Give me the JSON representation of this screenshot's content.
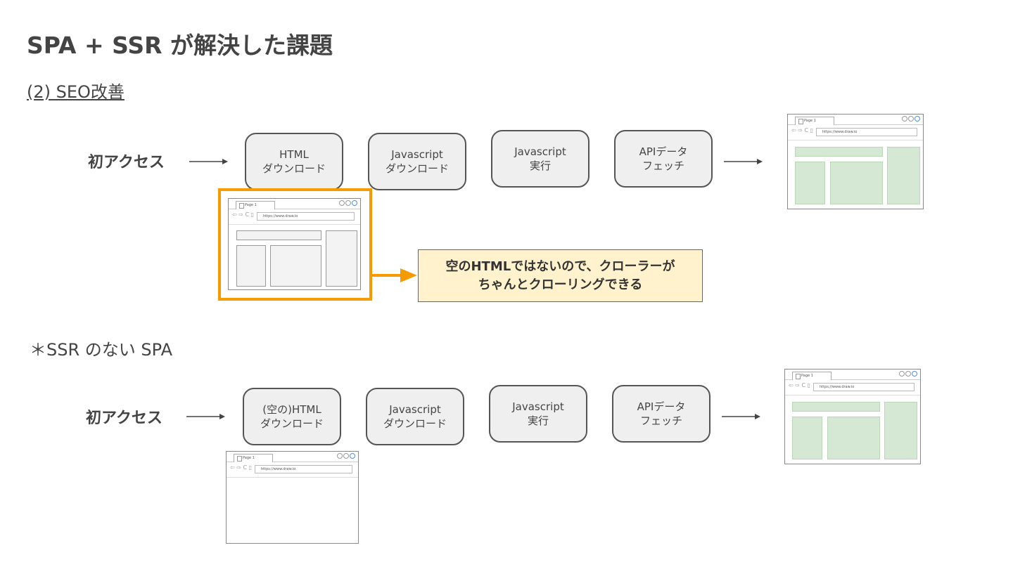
{
  "title": "SPA + SSR が解決した課題",
  "subtitle": "(2) SEO改善",
  "note": "＊SSR のない SPA",
  "browser": {
    "tab": "Page 1",
    "url": "https://www.draw.io",
    "nav_icons": "⇦ ⇨ C ▯"
  },
  "ssr_flow": {
    "label": "初アクセス",
    "steps": [
      {
        "line1": "HTML",
        "line2": "ダウンロード"
      },
      {
        "line1": "Javascript",
        "line2": "ダウンロード"
      },
      {
        "line1": "Javascript",
        "line2": "実行"
      },
      {
        "line1": "APIデータ",
        "line2": "フェッチ"
      }
    ]
  },
  "callout": {
    "line1": "空のHTMLではないので、クローラーが",
    "line2": "ちゃんとクローリングできる"
  },
  "spa_flow": {
    "label": "初アクセス",
    "steps": [
      {
        "line1": "(空の)HTML",
        "line2": "ダウンロード"
      },
      {
        "line1": "Javascript",
        "line2": "ダウンロード"
      },
      {
        "line1": "Javascript",
        "line2": "実行"
      },
      {
        "line1": "APIデータ",
        "line2": "フェッチ"
      }
    ]
  },
  "colors": {
    "highlight_border": "#f59b00",
    "callout_fill": "#fff2cc",
    "step_fill": "#efefef",
    "rendered_block": "#d5e8d4"
  }
}
